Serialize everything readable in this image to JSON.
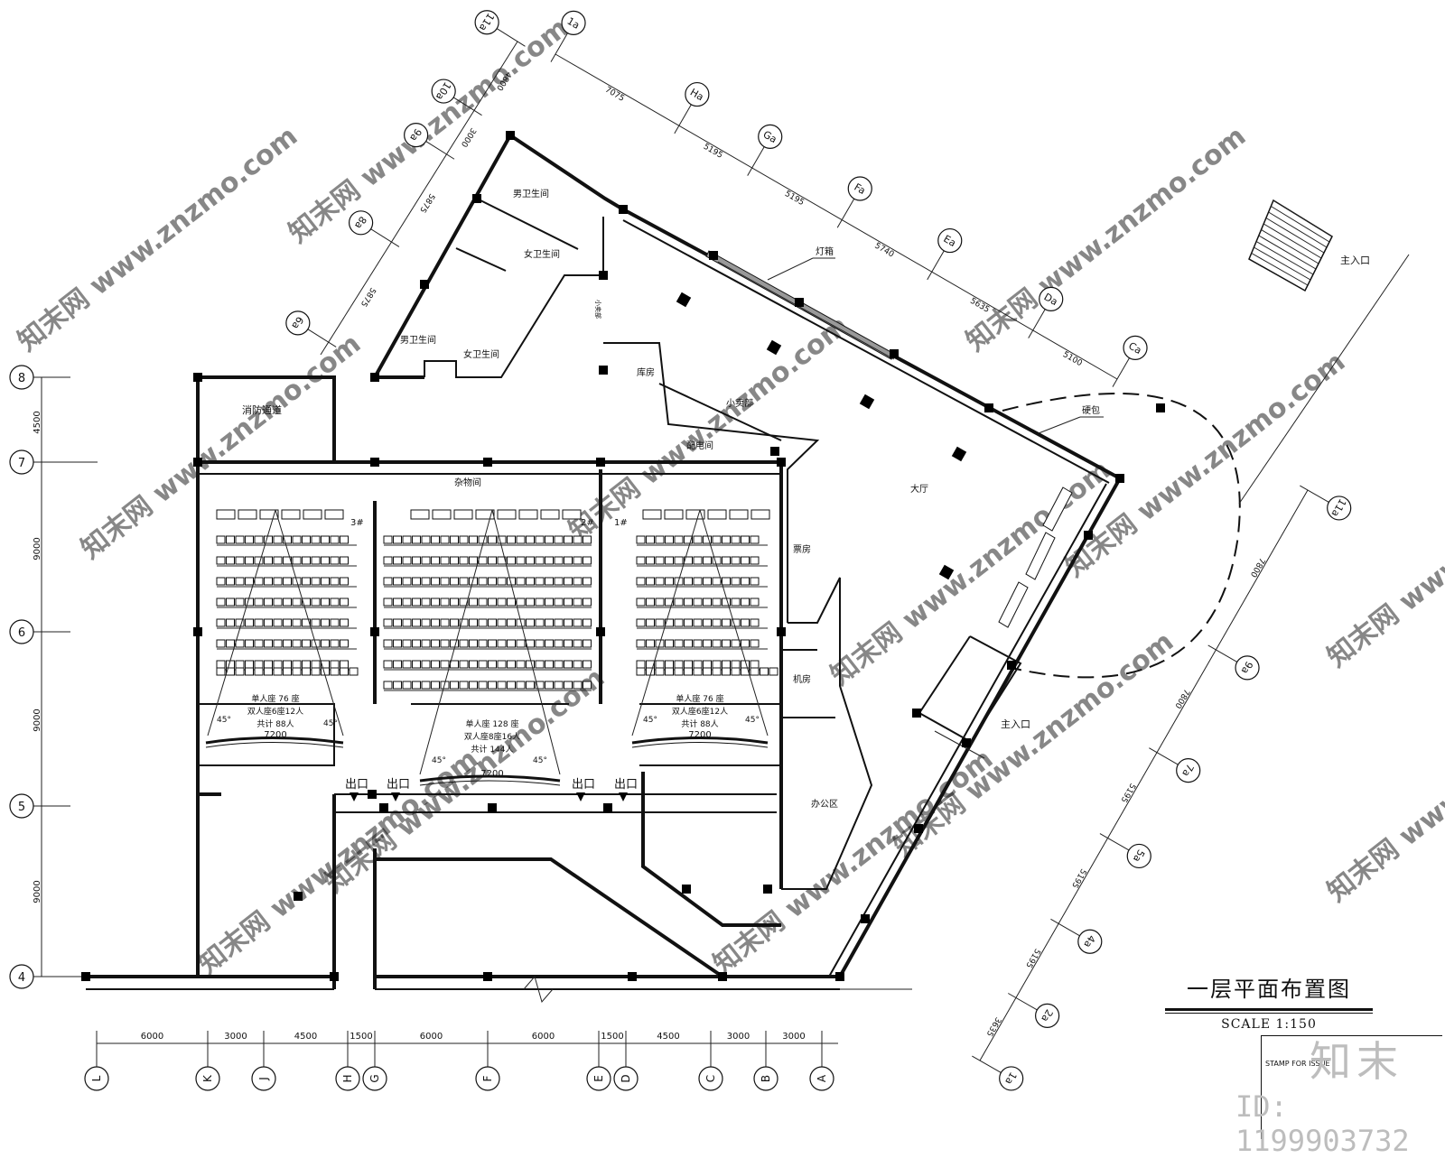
{
  "title": "一层平面布置图",
  "scale": "SCALE   1:150",
  "stamp_label": "STAMP FOR ISSUE",
  "brand": {
    "logo": "知末",
    "id": "ID: 1199903732"
  },
  "watermark": "知末网 www.znzmo.com",
  "rooms": {
    "fire_passage": "消防通道",
    "mens_toilet_top": "男卫生间",
    "womens_toilet_top": "女卫生间",
    "mens_toilet_bottom": "男卫生间",
    "womens_toilet_bottom": "女卫生间",
    "storage": "库房",
    "snack_bar": "小卖部",
    "power_room": "配电间",
    "utility_room": "杂物间",
    "lightbox": "灯箱",
    "lobby": "大厅",
    "soft_pack": "硬包",
    "ticket_office": "票房",
    "machine_room": "机房",
    "office_area": "办公区",
    "main_entrance_top": "主入口",
    "main_entrance_side": "主入口",
    "small_shop": "小卖部"
  },
  "halls": [
    {
      "id": "3#",
      "line1": "单人座 76 座",
      "line2": "双人座6座12人",
      "line3": "共计  88人",
      "width": "7200"
    },
    {
      "id": "2#",
      "line1": "单人座 128 座",
      "line2": "双人座8座16人",
      "line3": "共计  144人",
      "width": "7200"
    },
    {
      "id": "1#",
      "line1": "单人座 76 座",
      "line2": "双人座6座12人",
      "line3": "共计  88人",
      "width": "7200"
    }
  ],
  "angle_label": "45°",
  "exit_label": "出口",
  "left_axes": [
    "8",
    "7",
    "6",
    "5",
    "4"
  ],
  "left_dims": [
    "4500",
    "9000",
    "9000",
    "9000"
  ],
  "bottom_axes": [
    "L",
    "K",
    "J",
    "H",
    "G",
    "F",
    "E",
    "D",
    "C",
    "B",
    "A"
  ],
  "bottom_dims": [
    "6000",
    "3000",
    "4500",
    "1500",
    "6000",
    "6000",
    "1500",
    "4500",
    "3000",
    "3000"
  ],
  "top_axes": [
    "1a",
    "Ha",
    "Ga",
    "Fa",
    "Ea",
    "Da",
    "Ca"
  ],
  "top_dims": [
    "7075",
    "5195",
    "5195",
    "5740",
    "5635",
    "5100"
  ],
  "upper_left_axes": [
    "11a",
    "10a",
    "9a",
    "8a",
    "6a"
  ],
  "upper_left_dims": [
    "4800",
    "3000",
    "5875",
    "5875"
  ],
  "right_axes": [
    "11a",
    "9a",
    "7a",
    "5a",
    "4a",
    "2a",
    "1a"
  ],
  "right_dims": [
    "7800",
    "7800",
    "5195",
    "5195",
    "5195",
    "3635"
  ]
}
